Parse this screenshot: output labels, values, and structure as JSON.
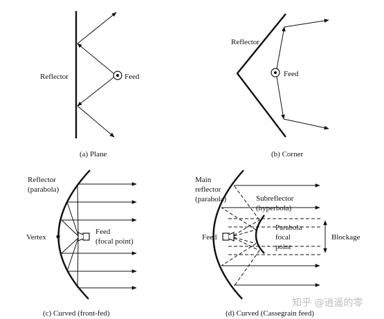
{
  "panels": {
    "a": {
      "reflector": "Reflector",
      "feed": "Feed",
      "caption": "(a)  Plane"
    },
    "b": {
      "reflector": "Reflector",
      "feed": "Feed",
      "caption": "(b)  Corner"
    },
    "c": {
      "reflector_line1": "Reflector",
      "reflector_line2": "(parabola)",
      "vertex": "Vertex",
      "feed_line1": "Feed",
      "feed_line2": "(focal point)",
      "caption": "(c)  Curved (front-fed)"
    },
    "d": {
      "main_line1": "Main",
      "main_line2": "reflector",
      "main_line3": "(parabola)",
      "sub_line1": "Subreflector",
      "sub_line2": "(hyperbola)",
      "feed": "Feed",
      "focal_line1": "Parabola",
      "focal_line2": "focal",
      "focal_line3": "point",
      "blockage": "Blockage",
      "caption": "(d)  Curved (Cassegrain feed)"
    }
  },
  "watermark": "知乎 @逍遥的零"
}
